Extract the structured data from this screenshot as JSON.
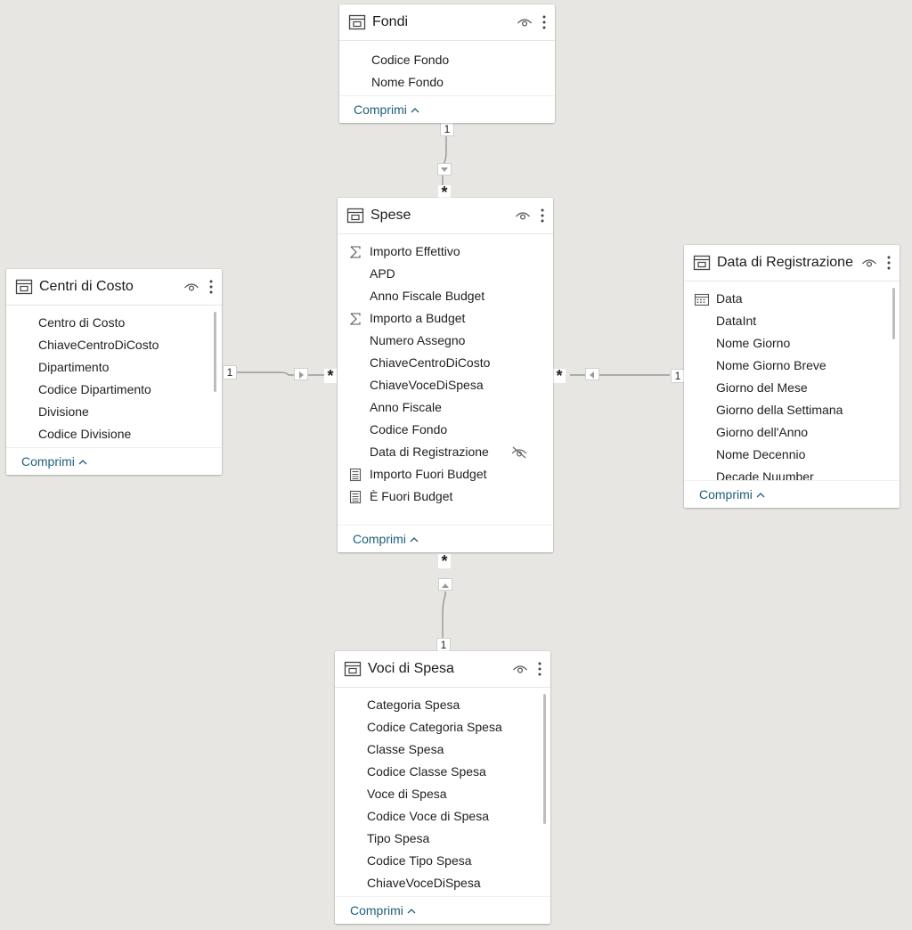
{
  "collapse_label": "Comprimi",
  "tables": {
    "fondi": {
      "title": "Fondi",
      "fields": [
        {
          "label": "Codice Fondo",
          "icon": null
        },
        {
          "label": "Nome Fondo",
          "icon": null
        }
      ]
    },
    "spese": {
      "title": "Spese",
      "fields": [
        {
          "label": "Importo Effettivo",
          "icon": "sigma-icon"
        },
        {
          "label": "APD",
          "icon": null
        },
        {
          "label": "Anno Fiscale Budget",
          "icon": null
        },
        {
          "label": "Importo a Budget",
          "icon": "sigma-icon"
        },
        {
          "label": "Numero Assegno",
          "icon": null
        },
        {
          "label": "ChiaveCentroDiCosto",
          "icon": null
        },
        {
          "label": "ChiaveVoceDiSpesa",
          "icon": null
        },
        {
          "label": "Anno Fiscale",
          "icon": null
        },
        {
          "label": "Codice Fondo",
          "icon": null
        },
        {
          "label": "Data di Registrazione",
          "icon": null,
          "hidden": true
        },
        {
          "label": "Importo Fuori Budget",
          "icon": "calculator-icon"
        },
        {
          "label": "È Fuori Budget",
          "icon": "calculator-icon"
        }
      ]
    },
    "centri": {
      "title": "Centri di Costo",
      "fields": [
        {
          "label": "Centro di Costo",
          "icon": null
        },
        {
          "label": "ChiaveCentroDiCosto",
          "icon": null
        },
        {
          "label": "Dipartimento",
          "icon": null
        },
        {
          "label": "Codice Dipartimento",
          "icon": null
        },
        {
          "label": "Divisione",
          "icon": null
        },
        {
          "label": "Codice Divisione",
          "icon": null
        }
      ]
    },
    "data_reg": {
      "title": "Data di Registrazione",
      "fields": [
        {
          "label": "Data",
          "icon": "calendar-icon"
        },
        {
          "label": "DataInt",
          "icon": null
        },
        {
          "label": "Nome Giorno",
          "icon": null
        },
        {
          "label": "Nome Giorno Breve",
          "icon": null
        },
        {
          "label": "Giorno del Mese",
          "icon": null
        },
        {
          "label": "Giorno della Settimana",
          "icon": null
        },
        {
          "label": "Giorno dell'Anno",
          "icon": null
        },
        {
          "label": "Nome Decennio",
          "icon": null
        },
        {
          "label": "Decade Nuumber",
          "icon": null
        }
      ]
    },
    "voci": {
      "title": "Voci di Spesa",
      "fields": [
        {
          "label": "Categoria Spesa",
          "icon": null
        },
        {
          "label": "Codice Categoria Spesa",
          "icon": null
        },
        {
          "label": "Classe Spesa",
          "icon": null
        },
        {
          "label": "Codice Classe Spesa",
          "icon": null
        },
        {
          "label": "Voce di Spesa",
          "icon": null
        },
        {
          "label": "Codice Voce di Spesa",
          "icon": null
        },
        {
          "label": "Tipo Spesa",
          "icon": null
        },
        {
          "label": "Codice Tipo Spesa",
          "icon": null
        },
        {
          "label": "ChiaveVoceDiSpesa",
          "icon": null
        }
      ]
    }
  },
  "relationships": {
    "one_label": "1",
    "many_label": "*"
  }
}
